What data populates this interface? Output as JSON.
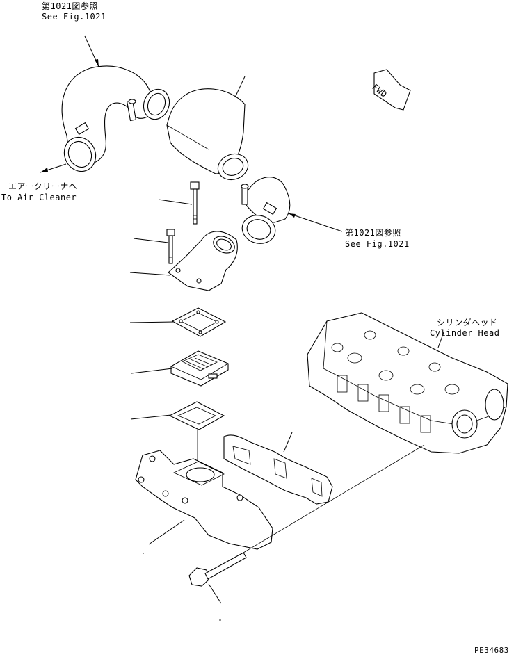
{
  "labels": {
    "ref_top_jp": "第1021図参照",
    "ref_top_en": "See Fig.1021",
    "to_air_cleaner_jp": "エアークリーナへ",
    "to_air_cleaner_en": "To Air Cleaner",
    "ref_mid_jp": "第1021図参照",
    "ref_mid_en": "See Fig.1021",
    "cylinder_head_jp": "シリンダヘッド",
    "cylinder_head_en": "Cylinder Head",
    "fwd": "FWD",
    "drawing_code": "PE34683"
  }
}
